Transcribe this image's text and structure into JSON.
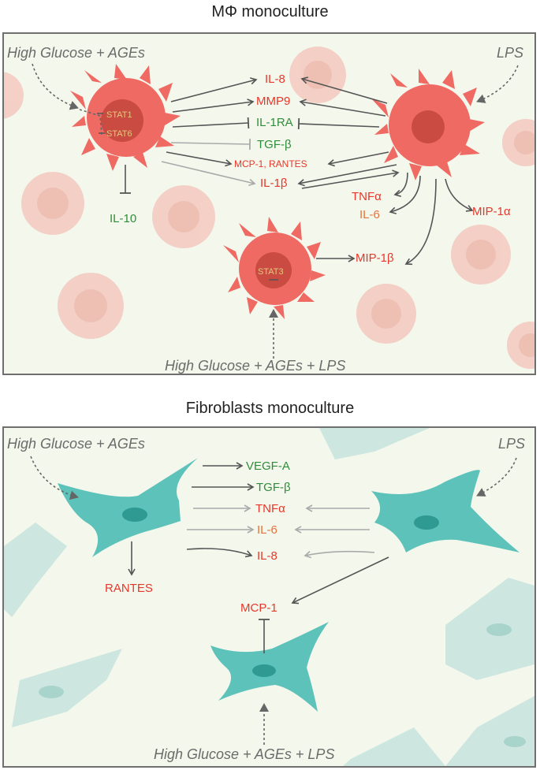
{
  "top": {
    "title": "MΦ monoculture",
    "cond_left": "High Glucose + AGEs",
    "cond_right": "LPS",
    "cond_bottom": "High Glucose + AGEs + LPS",
    "stat1": "STAT1",
    "stat6": "STAT6",
    "stat3": "STAT3",
    "labels": {
      "il8": "IL-8",
      "mmp9": "MMP9",
      "il1ra": "IL-1RA",
      "tgfb": "TGF-β",
      "mcp1_rantes": "MCP-1, RANTES",
      "il1b": "IL-1β",
      "tnfa": "TNFα",
      "il6": "IL-6",
      "mip1a": "MIP-1α",
      "mip1b": "MIP-1β",
      "il10": "IL-10"
    }
  },
  "bottom": {
    "title": "Fibroblasts monoculture",
    "cond_left": "High Glucose + AGEs",
    "cond_right": "LPS",
    "cond_bottom": "High Glucose + AGEs + LPS",
    "labels": {
      "vegfa": "VEGF-A",
      "tgfb": "TGF-β",
      "tnfa": "TNFα",
      "il6": "IL-6",
      "il8": "IL-8",
      "rantes": "RANTES",
      "mcp1": "MCP-1"
    }
  },
  "colors": {
    "pro_inflammatory": "#e8372b",
    "anti_inflammatory": "#2f8d3a",
    "il6": "#e8733a",
    "macrophage": "#ee6a63",
    "fibroblast": "#5cc2ba",
    "panel_bg": "#f3f7ec"
  }
}
